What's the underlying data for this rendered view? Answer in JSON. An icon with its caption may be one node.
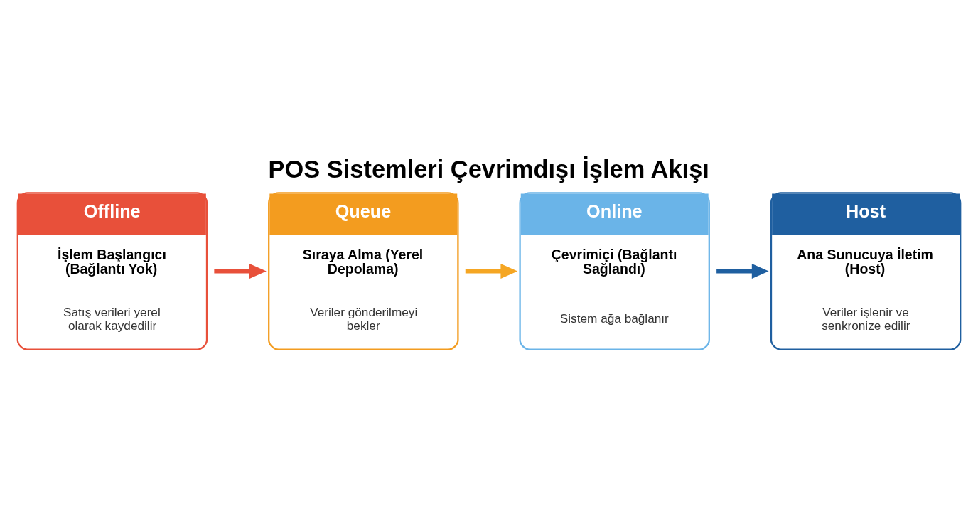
{
  "diagram": {
    "title": "POS Sistemleri Çevrimdışı İşlem Akışı",
    "nodes": [
      {
        "text": [
          "Offline",
          "İşlem Başlangıcı (Bağlantı Yok)",
          "Satış verileri yerel olarak kaydedilir"
        ]
      },
      {
        "text": [
          "Queue",
          "Sıraya Alma (Yerel Depolama)",
          "Veriler gönderilmeyi bekler"
        ]
      },
      {
        "text": [
          "Online",
          "Çevrimiçi (Bağlantı Sağlandı)",
          "Sistem ağa bağlanır"
        ]
      },
      {
        "text": [
          "Host",
          "Ana Sunucuya İletim (Host)",
          "Veriler işlenir ve senkronize edilir"
        ]
      }
    ],
    "edges": [
      {
        "from": 0,
        "to": 1,
        "arrow": "to",
        "color": "#e8503a"
      },
      {
        "from": 1,
        "to": 2,
        "arrow": "to",
        "color": "#f5a623"
      },
      {
        "from": 2,
        "to": 3,
        "arrow": "to",
        "color": "#1f5fa0"
      }
    ]
  }
}
